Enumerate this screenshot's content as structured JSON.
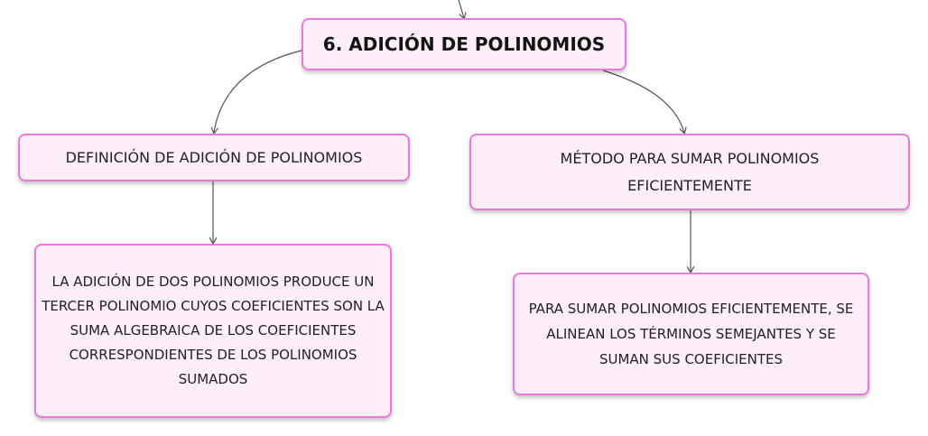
{
  "diagram": {
    "root": {
      "label": "6. ADICIÓN DE POLINOMIOS"
    },
    "branches": [
      {
        "label": "DEFINICIÓN DE ADICIÓN DE POLINOMIOS",
        "detail": "LA ADICIÓN DE DOS POLINOMIOS PRODUCE UN TERCER POLINOMIO CUYOS COEFICIENTES SON LA SUMA ALGEBRAICA DE LOS COEFICIENTES CORRESPONDIENTES DE LOS POLINOMIOS SUMADOS"
      },
      {
        "label": "MÉTODO PARA SUMAR POLINOMIOS EFICIENTEMENTE",
        "detail": "PARA SUMAR POLINOMIOS EFICIENTEMENTE, SE ALINEAN LOS TÉRMINOS SEMEJANTES Y SE SUMAN SUS COEFICIENTES"
      }
    ],
    "colors": {
      "node_fill": "#fdeefa",
      "node_border": "#ea7ad9",
      "connector": "#555555"
    }
  }
}
